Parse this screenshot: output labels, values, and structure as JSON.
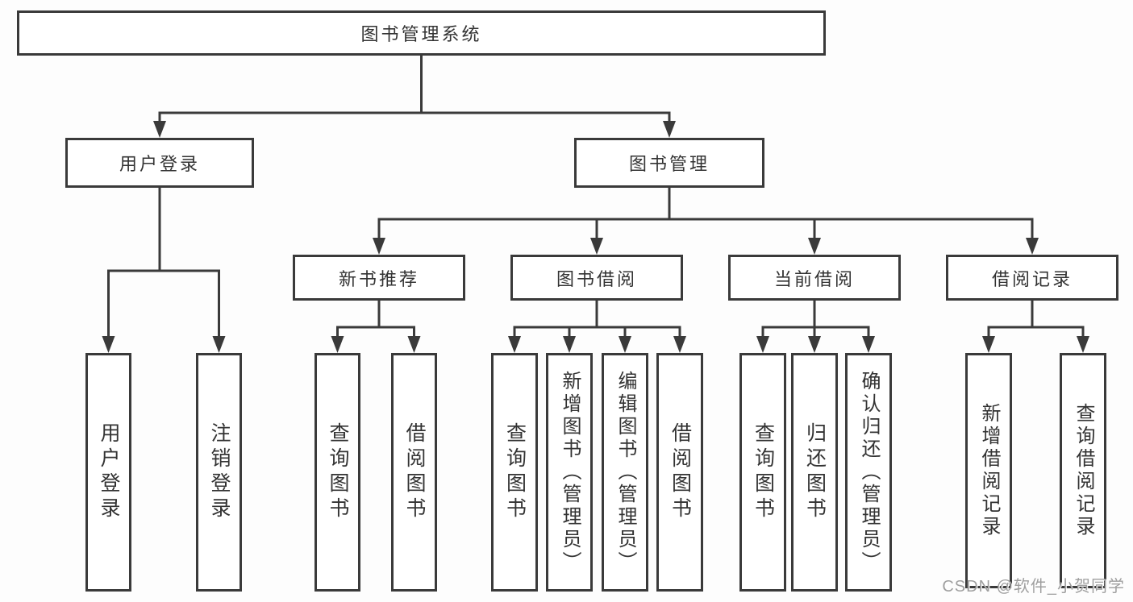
{
  "diagram": {
    "nodes": {
      "root": {
        "label": "图书管理系统"
      },
      "user_login": {
        "label": "用户登录"
      },
      "book_mgmt": {
        "label": "图书管理"
      },
      "user_login_action": {
        "label": "用户登录"
      },
      "logout": {
        "label": "注销登录"
      },
      "new_books": {
        "label": "新书推荐"
      },
      "book_borrow": {
        "label": "图书借阅"
      },
      "current_borrow": {
        "label": "当前借阅"
      },
      "borrow_records": {
        "label": "借阅记录"
      },
      "nb_query": {
        "label": "查询图书"
      },
      "nb_borrow": {
        "label": "借阅图书"
      },
      "bb_query": {
        "label": "查询图书"
      },
      "bb_add": {
        "label": "新增图书（管理员）"
      },
      "bb_edit": {
        "label": "编辑图书（管理员）"
      },
      "bb_borrow": {
        "label": "借阅图书"
      },
      "cb_query": {
        "label": "查询图书"
      },
      "cb_return": {
        "label": "归还图书"
      },
      "cb_confirm": {
        "label": "确认归还（管理员）"
      },
      "br_add": {
        "label": "新增借阅记录"
      },
      "br_query": {
        "label": "查询借阅记录"
      }
    },
    "hierarchy": {
      "root": [
        "user_login",
        "book_mgmt"
      ],
      "user_login": [
        "user_login_action",
        "logout"
      ],
      "book_mgmt": [
        "new_books",
        "book_borrow",
        "current_borrow",
        "borrow_records"
      ],
      "new_books": [
        "nb_query",
        "nb_borrow"
      ],
      "book_borrow": [
        "bb_query",
        "bb_add",
        "bb_edit",
        "bb_borrow"
      ],
      "current_borrow": [
        "cb_query",
        "cb_return",
        "cb_confirm"
      ],
      "borrow_records": [
        "br_add",
        "br_query"
      ]
    },
    "colors": {
      "line": "#3a3a3a",
      "box_border": "#3a3a3a",
      "box_fill": "#ffffff",
      "text": "#333333",
      "background": "#fdfdfd",
      "watermark": "#9f9f9f"
    }
  },
  "watermark": {
    "text": "CSDN @软件_小贺同学"
  }
}
